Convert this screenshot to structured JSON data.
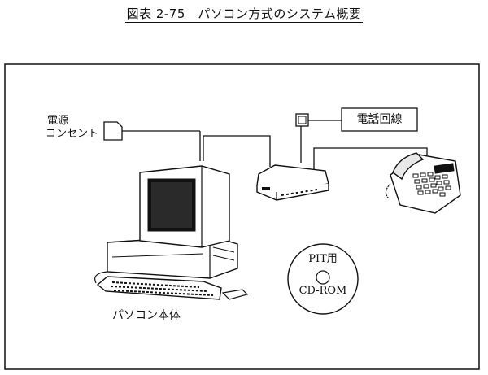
{
  "figure": {
    "title": "図表 2-75　パソコン方式のシステム概要"
  },
  "labels": {
    "power_line1": "電源",
    "power_line2": "コンセント",
    "phone_line": "電話回線",
    "pc": "パソコン本体",
    "cd_line1": "PIT用",
    "cd_line2": "CD-ROM"
  }
}
